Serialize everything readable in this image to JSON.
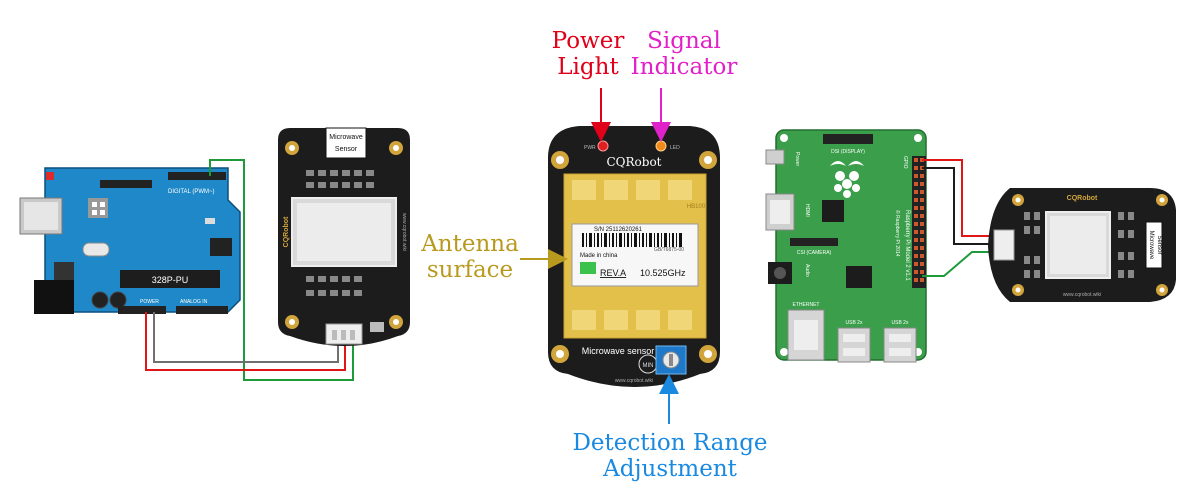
{
  "callouts": {
    "power_light": {
      "line1": "Power",
      "line2": "Light",
      "color": "#e0001a"
    },
    "signal_indicator": {
      "line1": "Signal",
      "line2": "Indicator",
      "color": "#e020c8"
    },
    "antenna_surface": {
      "line1": "Antenna",
      "line2": "surface",
      "color": "#b89a1e"
    },
    "detection_range": {
      "line1": "Detection Range",
      "line2": "Adjustment",
      "color": "#1a8ae0"
    }
  },
  "arduino": {
    "chip_label": "328P-PU",
    "header_top": "DIGITAL (PWM~)",
    "power_label": "POWER",
    "analog_label": "ANALOG IN"
  },
  "sensor_left": {
    "title_line1": "Microwave",
    "title_line2": "Sensor",
    "brand": "CQRobot",
    "url": "www.cqrobot.wiki"
  },
  "sensor_center": {
    "brand": "CQRobot",
    "sn": "S/N 25112620261",
    "made_in": "Made in china",
    "rev": "REV.A",
    "freq": "10.525GHz",
    "model": "HB100",
    "pwr": "PWR",
    "led": "LED",
    "gb": "GB/T6875-00",
    "title": "Microwave sensor",
    "min": "MIN",
    "url": "www.cqrobot.wiki"
  },
  "raspberry": {
    "title": "Raspberry Pi Model 2 v1.1",
    "copyright": "© Raspberry Pi 2014",
    "dsi": "DSI (DISPLAY)",
    "csi": "CSI (CAMERA)",
    "ethernet": "ETHERNET",
    "usb1": "USB 2x",
    "usb2": "USB 2x",
    "hdmi": "HDMI",
    "audio": "Audio",
    "power": "Power",
    "gpio": "GPIO"
  },
  "sensor_right": {
    "brand": "CQRobot",
    "title_line1": "Microwave",
    "title_line2": "Sensor",
    "url": "www.cqrobot.wiki"
  },
  "colors": {
    "arduino_blue": "#1e88c8",
    "pi_green": "#3a9e4a",
    "board_black": "#1c1c1c",
    "pad_gold": "#d2a53c",
    "patch_gold": "#e2c04a",
    "wire_red": "#e01515",
    "wire_green": "#1f9a3a",
    "wire_gray": "#707070"
  }
}
